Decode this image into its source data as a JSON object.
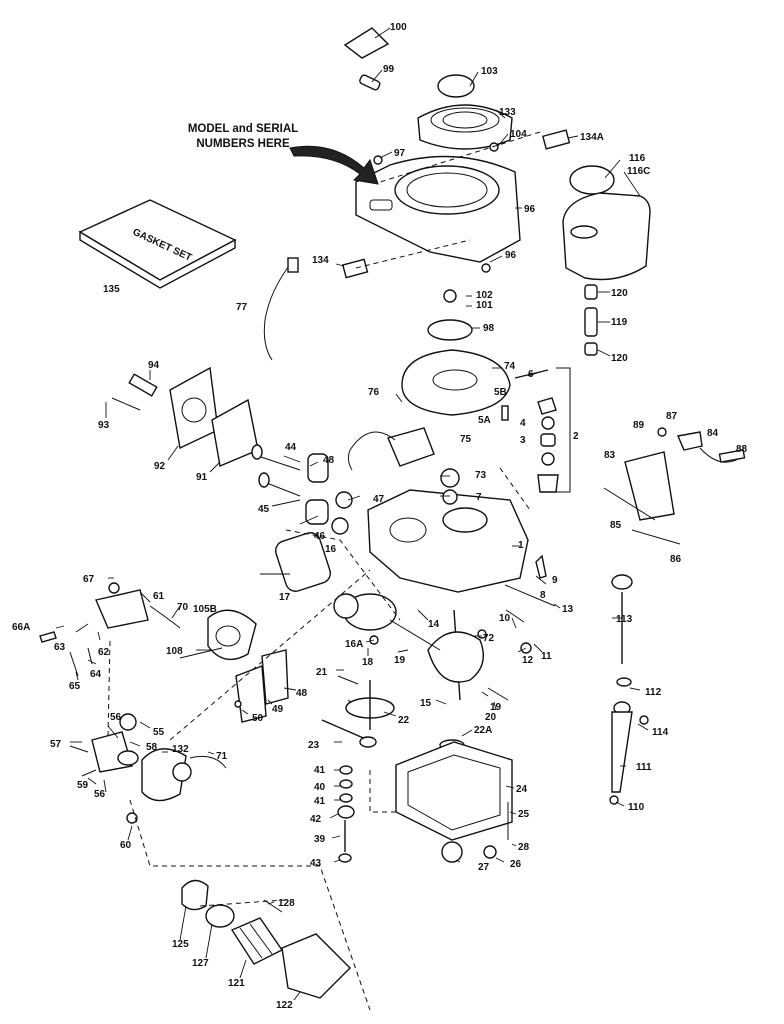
{
  "callout": {
    "line1": "MODEL and SERIAL",
    "line2": "NUMBERS HERE"
  },
  "gasket_set_text": "GASKET SET",
  "part_numbers": [
    "100",
    "99",
    "103",
    "133",
    "104",
    "134A",
    "97",
    "96",
    "116",
    "116C",
    "135",
    "134",
    "96",
    "77",
    "102",
    "101",
    "98",
    "120",
    "119",
    "120",
    "94",
    "74",
    "6",
    "76",
    "5B",
    "93",
    "92",
    "91",
    "5A",
    "4",
    "3",
    "2",
    "89",
    "87",
    "84",
    "75",
    "73",
    "83",
    "88",
    "44",
    "48",
    "7",
    "47",
    "45",
    "46",
    "16",
    "1",
    "85",
    "86",
    "17",
    "9",
    "67",
    "61",
    "105B",
    "8",
    "13",
    "66A",
    "70",
    "63",
    "62",
    "14",
    "72",
    "113",
    "10",
    "108",
    "16A",
    "12",
    "11",
    "64",
    "65",
    "18",
    "19",
    "21",
    "48",
    "22",
    "15",
    "19",
    "20",
    "112",
    "50",
    "49",
    "56",
    "55",
    "23",
    "22A",
    "114",
    "57",
    "58",
    "132",
    "71",
    "59",
    "56",
    "41",
    "40",
    "111",
    "41",
    "24",
    "42",
    "25",
    "110",
    "60",
    "39",
    "28",
    "43",
    "27",
    "26",
    "128",
    "125",
    "127",
    "121",
    "122"
  ]
}
